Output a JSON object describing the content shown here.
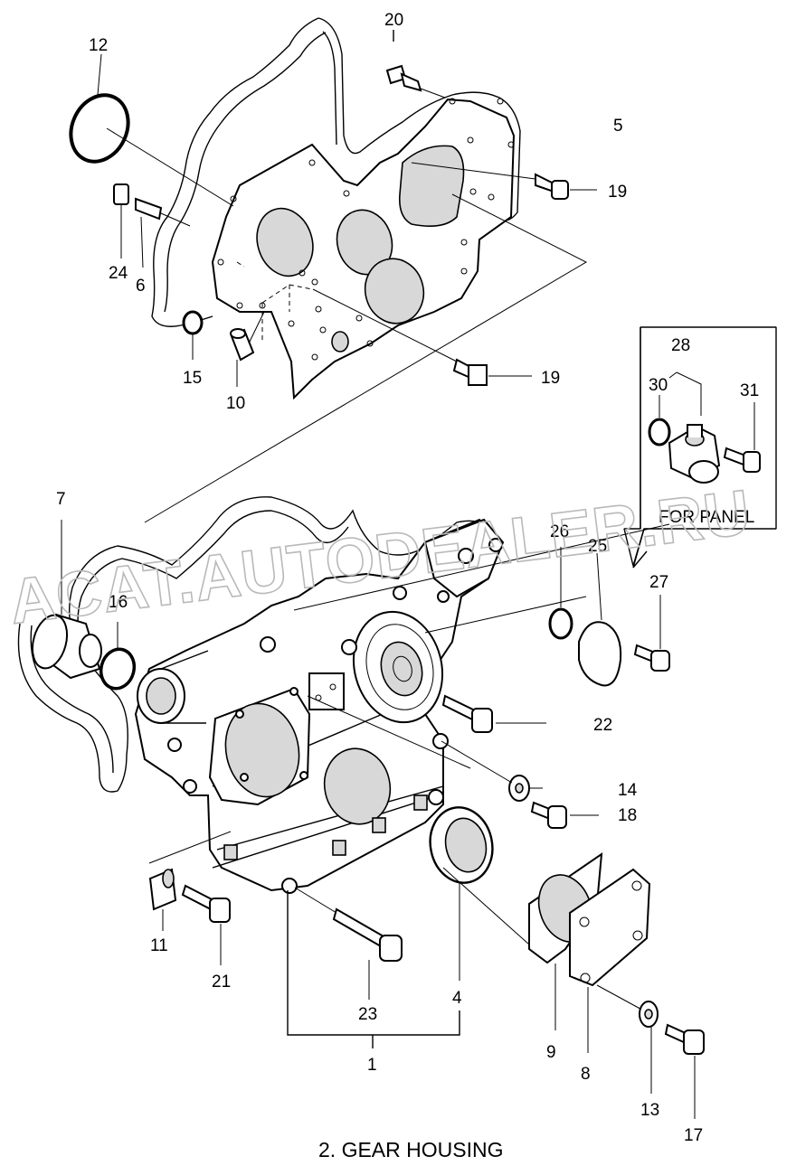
{
  "labels": {
    "p1": "1",
    "p4": "4",
    "p5": "5",
    "p6": "6",
    "p7": "7",
    "p8": "8",
    "p9": "9",
    "p10": "10",
    "p11": "11",
    "p12": "12",
    "p13": "13",
    "p14": "14",
    "p15": "15",
    "p16": "16",
    "p17": "17",
    "p18": "18",
    "p19a": "19",
    "p19b": "19",
    "p20": "20",
    "p21": "21",
    "p22": "22",
    "p23": "23",
    "p24": "24",
    "p25": "25",
    "p26": "26",
    "p27": "27",
    "p28": "28",
    "p30": "30",
    "p31": "31"
  },
  "inset_note": "FOR PANEL",
  "caption": "2.  GEAR HOUSING",
  "watermark": "ACAT.AUTODEALER.RU"
}
